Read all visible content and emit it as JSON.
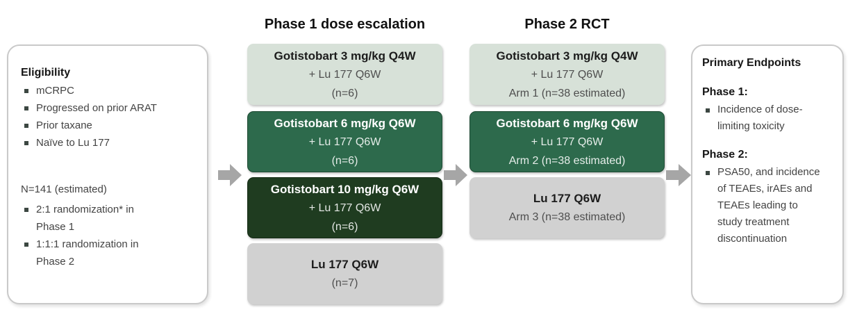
{
  "palette": {
    "light_green_box": "#d7e1d8",
    "medium_green_box": "#2d6a4c",
    "dark_green_box": "#1f3c20",
    "gray_box": "#d1d1d1",
    "arrow_gray": "#a6a6a6",
    "panel_border": "#c9c9c9",
    "bullet_square": "#3c4742"
  },
  "eligibility": {
    "title": "Eligibility",
    "criteria": [
      "mCRPC",
      "Progressed on prior ARAT",
      "Prior taxane",
      "Naïve to Lu 177"
    ],
    "enrollment": "N=141 (estimated)",
    "randomization": [
      "2:1 randomization* in Phase 1",
      "1:1:1 randomization in Phase 2"
    ]
  },
  "columns": {
    "phase1": {
      "header": "Phase 1 dose escalation",
      "boxes": [
        {
          "dose": "Gotistobart 3 mg/kg Q4W",
          "combo": "+ Lu 177 Q6W",
          "n": "(n=6)"
        },
        {
          "dose": "Gotistobart 6 mg/kg Q6W",
          "combo": "+ Lu 177 Q6W",
          "n": "(n=6)"
        },
        {
          "dose": "Gotistobart 10 mg/kg Q6W",
          "combo": "+ Lu 177 Q6W",
          "n": "(n=6)"
        },
        {
          "dose": "Lu 177 Q6W",
          "n": "(n=7)"
        }
      ]
    },
    "phase2": {
      "header": "Phase 2 RCT",
      "boxes": [
        {
          "dose": "Gotistobart 3 mg/kg Q4W",
          "combo": "+ Lu 177 Q6W",
          "n": "Arm 1 (n=38 estimated)"
        },
        {
          "dose": "Gotistobart 6 mg/kg Q6W",
          "combo": "+ Lu 177 Q6W",
          "n": "Arm 2 (n=38 estimated)"
        },
        {
          "dose": "Lu 177 Q6W",
          "n": "Arm 3 (n=38 estimated)"
        }
      ]
    }
  },
  "endpoints": {
    "title": "Primary Endpoints",
    "phase1_label": "Phase 1:",
    "phase1_items": [
      "Incidence of dose-limiting toxicity"
    ],
    "phase2_label": "Phase 2:",
    "phase2_items": [
      "PSA50, and incidence of TEAEs, irAEs and TEAEs leading to study treatment discontinuation"
    ]
  }
}
